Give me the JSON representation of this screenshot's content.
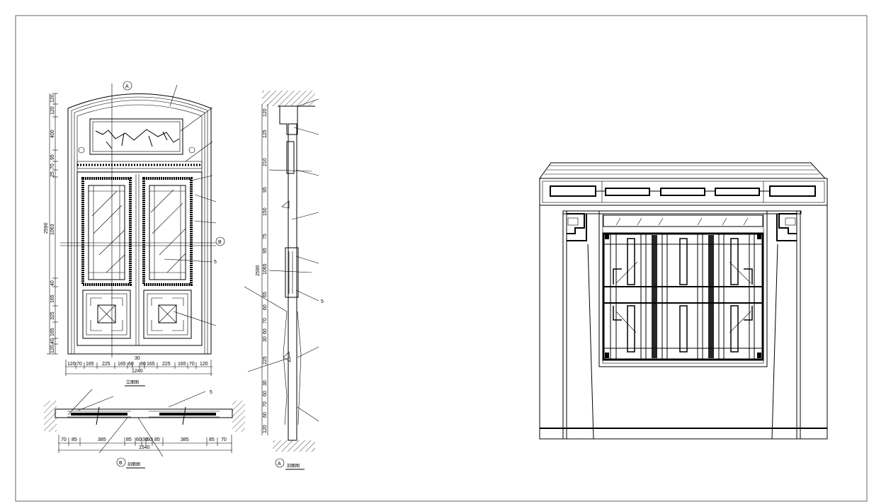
{
  "drawing": {
    "elevation_title": "立面图",
    "section_a": {
      "marker": "A",
      "title": "剖面图",
      "dims": [
        "120",
        "125",
        "210",
        "95",
        "150",
        "75",
        "95",
        "1065",
        "65",
        "60",
        "70",
        "60",
        "30",
        "225",
        "30",
        "60",
        "70",
        "60",
        "120"
      ],
      "total": "2590"
    },
    "section_b": {
      "marker": "B",
      "title": "剖面图",
      "dims": [
        "70",
        "85",
        "385",
        "85",
        "60",
        "30",
        "60",
        "85",
        "385",
        "85",
        "70"
      ],
      "total": "1540"
    },
    "elevation": {
      "height_dims": [
        "120",
        "120",
        "400",
        "95",
        "70",
        "25",
        "1063",
        "40",
        "165",
        "325",
        "165",
        "40",
        "120"
      ],
      "height_total": "2590",
      "width_dims": [
        "120",
        "70",
        "165",
        "225",
        "165",
        "60",
        "60",
        "165",
        "225",
        "165",
        "70",
        "120"
      ],
      "width_total": "1240",
      "center_gap": "30",
      "glass_note": "5",
      "marker_a": "A",
      "marker_b": "B"
    }
  }
}
